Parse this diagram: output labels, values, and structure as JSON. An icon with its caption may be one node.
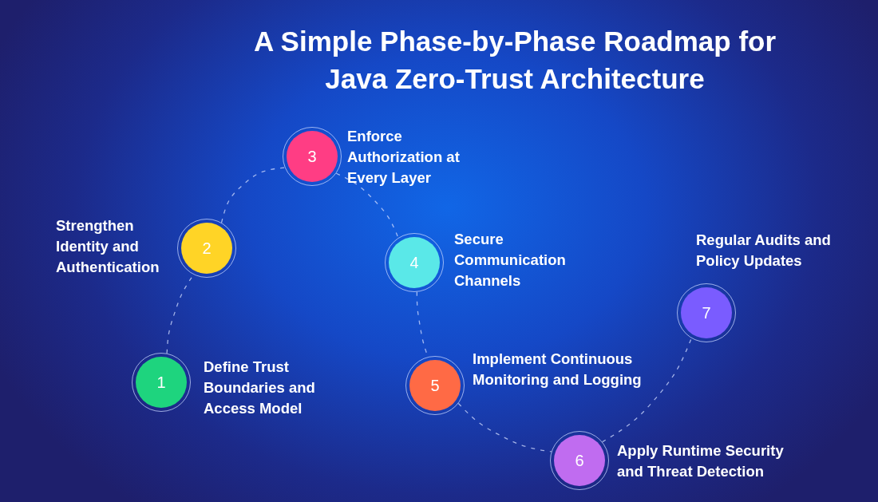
{
  "diagram": {
    "title": "A Simple Phase-by-Phase Roadmap for Java Zero-Trust Architecture",
    "nodes": [
      {
        "text": [
          "1"
        ],
        "beside": [
          "Define Trust Boundaries and Access Model"
        ]
      },
      {
        "text": [
          "2"
        ],
        "beside": [
          "Strengthen Identity and Authentication"
        ]
      },
      {
        "text": [
          "3"
        ],
        "beside": [
          "Enforce Authorization at Every Layer"
        ]
      },
      {
        "text": [
          "4"
        ],
        "beside": [
          "Secure Communication Channels"
        ]
      },
      {
        "text": [
          "5"
        ],
        "beside": [
          "Implement Continuous Monitoring and Logging"
        ]
      },
      {
        "text": [
          "6"
        ],
        "beside": [
          "Apply Runtime Security and Threat Detection"
        ]
      },
      {
        "text": [
          "7"
        ],
        "beside": [
          "Regular Audits and Policy Updates"
        ]
      }
    ],
    "edges": [
      {
        "from": 0,
        "to": 1,
        "arrow": "none",
        "style": "dashed"
      },
      {
        "from": 1,
        "to": 2,
        "arrow": "none",
        "style": "dashed"
      },
      {
        "from": 2,
        "to": 3,
        "arrow": "none",
        "style": "dashed"
      },
      {
        "from": 3,
        "to": 4,
        "arrow": "none",
        "style": "dashed"
      },
      {
        "from": 4,
        "to": 5,
        "arrow": "none",
        "style": "dashed"
      },
      {
        "from": 5,
        "to": 6,
        "arrow": "none",
        "style": "dashed"
      }
    ]
  }
}
